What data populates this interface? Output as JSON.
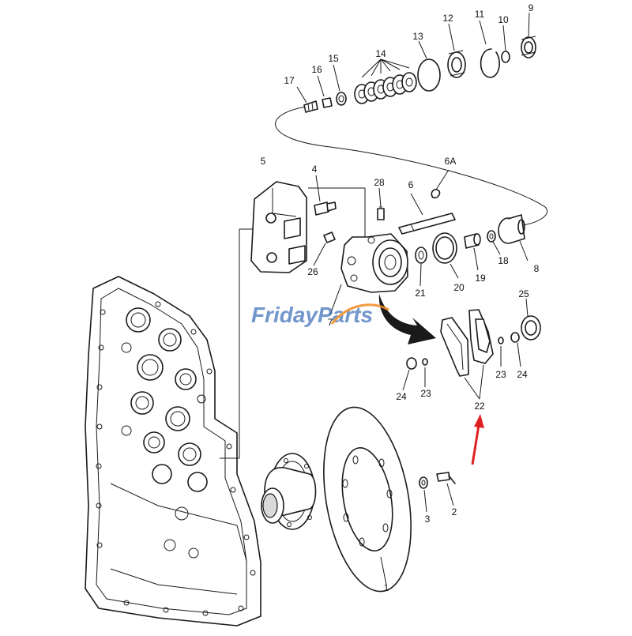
{
  "watermark": {
    "brand": "FridayParts",
    "color_blue": "#2f66b3",
    "color_orange": "#f08a1e"
  },
  "highlight": {
    "color": "#e02020",
    "target_part": "22"
  },
  "parts": [
    {
      "id": "p1",
      "label": "1"
    },
    {
      "id": "p2",
      "label": "2"
    },
    {
      "id": "p3",
      "label": "3"
    },
    {
      "id": "p4",
      "label": "4"
    },
    {
      "id": "p5",
      "label": "5"
    },
    {
      "id": "p6",
      "label": "6"
    },
    {
      "id": "p6a",
      "label": "6A"
    },
    {
      "id": "p7",
      "label": "7"
    },
    {
      "id": "p8",
      "label": "8"
    },
    {
      "id": "p9",
      "label": "9"
    },
    {
      "id": "p10",
      "label": "10"
    },
    {
      "id": "p11",
      "label": "11"
    },
    {
      "id": "p12",
      "label": "12"
    },
    {
      "id": "p13",
      "label": "13"
    },
    {
      "id": "p14",
      "label": "14"
    },
    {
      "id": "p15",
      "label": "15"
    },
    {
      "id": "p16",
      "label": "16"
    },
    {
      "id": "p17",
      "label": "17"
    },
    {
      "id": "p18",
      "label": "18"
    },
    {
      "id": "p19",
      "label": "19"
    },
    {
      "id": "p20",
      "label": "20"
    },
    {
      "id": "p21",
      "label": "21"
    },
    {
      "id": "p22",
      "label": "22"
    },
    {
      "id": "p23a",
      "label": "23"
    },
    {
      "id": "p23b",
      "label": "23"
    },
    {
      "id": "p24a",
      "label": "24"
    },
    {
      "id": "p24b",
      "label": "24"
    },
    {
      "id": "p25",
      "label": "25"
    },
    {
      "id": "p26",
      "label": "26"
    },
    {
      "id": "p28",
      "label": "28"
    }
  ]
}
